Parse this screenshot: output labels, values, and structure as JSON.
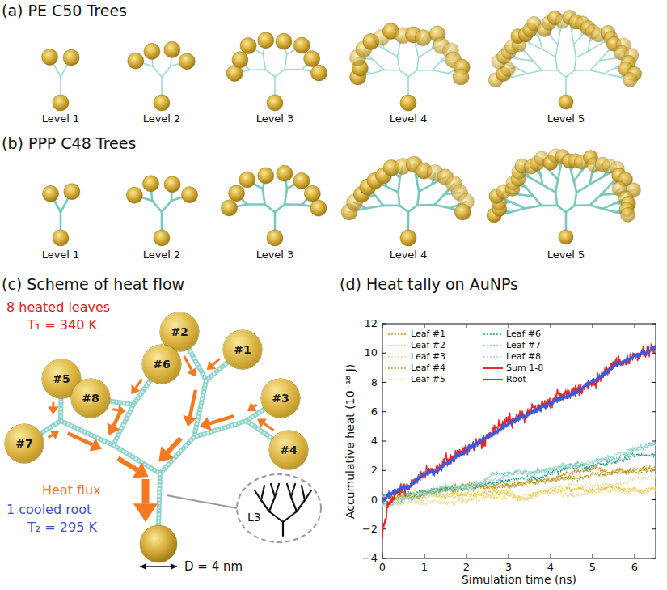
{
  "diagram": {
    "nodes": [
      {
        "text": [
          "#1"
        ]
      },
      {
        "text": [
          "#2"
        ]
      },
      {
        "text": [
          "#3"
        ]
      },
      {
        "text": [
          "#4"
        ]
      },
      {
        "text": [
          "#5"
        ]
      },
      {
        "text": [
          "#6"
        ]
      },
      {
        "text": [
          "#7"
        ]
      },
      {
        "text": [
          "#8"
        ]
      }
    ],
    "labels": [
      "(a) PE C50 Trees",
      "Level 1",
      "Level 2",
      "Level 3",
      "Level 4",
      "Level 5",
      "(b) PPP C48 Trees",
      "Level 1",
      "Level 2",
      "Level 3",
      "Level 4",
      "Level 5",
      "(c) Scheme of heat flow",
      "8 heated leaves",
      "T₁ = 340 K",
      "Heat flux",
      "1 cooled root",
      "T₂ = 295 K",
      "D = 4 nm",
      "L3",
      "(d) Heat tally on AuNPs",
      "−4",
      "−2",
      "0",
      "2",
      "4",
      "6",
      "8",
      "10",
      "12",
      "0",
      "1",
      "2",
      "3",
      "4",
      "5",
      "6",
      "Accumulative heat (10⁻¹⁸ J)",
      "Simulation time (ns)"
    ],
    "legend": [
      {
        "text": "Leaf #1"
      },
      {
        "text": "Leaf #2"
      },
      {
        "text": "Leaf #3"
      },
      {
        "text": "Leaf #4"
      },
      {
        "text": "Leaf #5"
      },
      {
        "text": "Leaf #6"
      },
      {
        "text": "Leaf #7"
      },
      {
        "text": "Leaf #8"
      },
      {
        "text": "Sum 1-8"
      },
      {
        "text": "Root"
      }
    ]
  }
}
